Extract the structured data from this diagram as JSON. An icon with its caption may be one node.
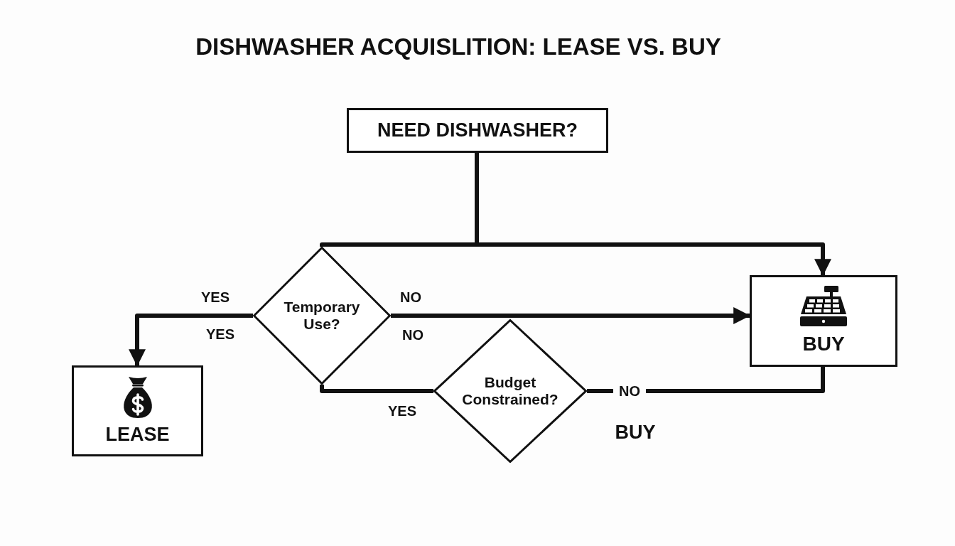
{
  "diagram": {
    "title": "DISHWASHER ACQUISLITION: LEASE VS. BUY",
    "nodes": [
      {
        "text": [
          "NEED DISHWASHER?"
        ]
      },
      {
        "text": [
          "Temporary Use?"
        ]
      },
      {
        "text": [
          "LEASE"
        ]
      },
      {
        "text": [
          "BUY"
        ]
      },
      {
        "text": [
          "Budget Constrained?"
        ]
      }
    ],
    "edges": [
      {
        "from": 0,
        "to": 1,
        "arrow": "none"
      },
      {
        "from": 0,
        "to": 3,
        "arrow": "to"
      },
      {
        "from": 1,
        "to": 2,
        "arrow": "to",
        "label": "YES"
      },
      {
        "from": 1,
        "to": 3,
        "arrow": "to",
        "label": "NO"
      },
      {
        "from": 1,
        "to": 4,
        "arrow": "none",
        "label": "YES"
      },
      {
        "from": 4,
        "to": 3,
        "arrow": "none",
        "label": "NO"
      }
    ],
    "labels": [
      "YES",
      "NO",
      "BUY"
    ]
  }
}
